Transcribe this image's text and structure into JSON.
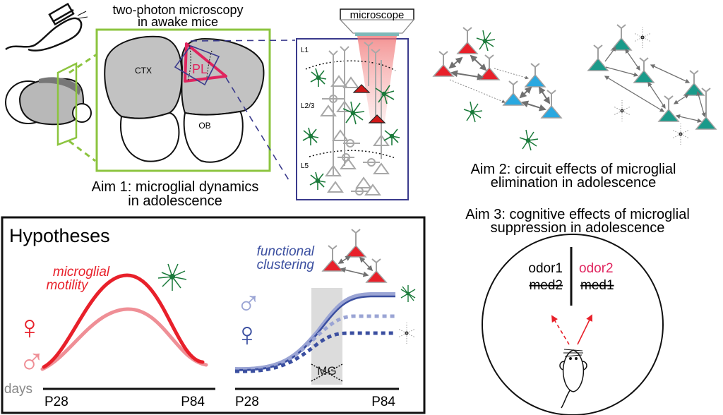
{
  "aim1": {
    "title_line1": "two-photon microscopy",
    "title_line2": "in awake mice",
    "region_ctx": "CTX",
    "region_ob": "OB",
    "region_pl": "PL",
    "caption_line1": "Aim 1: microglial dynamics",
    "caption_line2": "in adolescence"
  },
  "microscope": {
    "label": "microscope",
    "layers": [
      "L1",
      "L2/3",
      "L5"
    ]
  },
  "aim2": {
    "caption_line1": "Aim 2: circuit effects of microglial",
    "caption_line2": "elimination in adolescence"
  },
  "aim3": {
    "caption_line1": "Aim 3: cognitive effects of microglial",
    "caption_line2": "suppression in adolescence",
    "left_odor": "odor1",
    "left_med": "med2",
    "right_odor": "odor2",
    "right_med": "med1"
  },
  "hypotheses": {
    "title": "Hypotheses",
    "motility_line1": "microglial",
    "motility_line2": "motility",
    "clustering_line1": "functional",
    "clustering_line2": "clustering",
    "days_label": "days",
    "x_start": "P28",
    "x_end": "P84",
    "mg_label": "MG",
    "female_symbol": "♀",
    "male_symbol": "♂"
  },
  "colors": {
    "green_frame": "#8cc43f",
    "navy": "#3a3a8c",
    "red": "#e8202a",
    "pink": "#ef8f96",
    "crimson": "#e0245e",
    "blue_dark": "#3b4fa0",
    "blue_light": "#9aa4d4",
    "teal": "#1a9a8a",
    "cyan": "#29a8e0",
    "microglia": "#1a7a3a",
    "gray": "#a0a0a0",
    "shade": "#dcdcdc"
  }
}
